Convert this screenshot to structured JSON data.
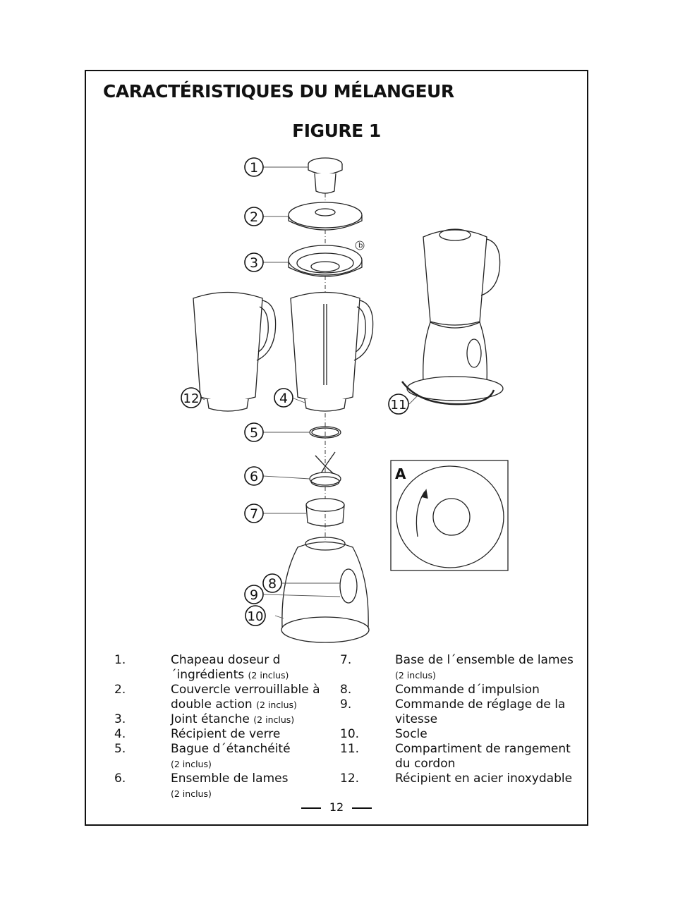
{
  "page": {
    "title": "CARACTÉRISTIQUES DU MÉLANGEUR",
    "figure_title": "FIGURE 1",
    "page_number": "12"
  },
  "figure": {
    "callouts": [
      "1",
      "2",
      "3",
      "4",
      "5",
      "6",
      "7",
      "8",
      "9",
      "10",
      "11",
      "12"
    ],
    "inset_label": "A",
    "small_label": "b"
  },
  "legend": {
    "left": [
      {
        "num": "1.",
        "text": "Chapeau doseur d´ingrédients",
        "note": "(2 inclus)"
      },
      {
        "num": "2.",
        "text": "Couvercle verrouillable à double action",
        "note": "(2 inclus)"
      },
      {
        "num": "3.",
        "text": "Joint étanche",
        "note": "(2 inclus)"
      },
      {
        "num": "4.",
        "text": "Récipient de verre",
        "note": ""
      },
      {
        "num": "5.",
        "text": "Bague d´étanchéité",
        "note": "(2 inclus)"
      },
      {
        "num": "6.",
        "text": "Ensemble de lames",
        "note": "(2 inclus)"
      }
    ],
    "right": [
      {
        "num": "7.",
        "text": "Base de l´ensemble de lames",
        "note": "(2 inclus)"
      },
      {
        "num": "8.",
        "text": "Commande d´impulsion",
        "note": ""
      },
      {
        "num": "9.",
        "text": "Commande de réglage de la vitesse",
        "note": ""
      },
      {
        "num": "10.",
        "text": "Socle",
        "note": ""
      },
      {
        "num": "11.",
        "text": "Compartiment de rangement du cordon",
        "note": ""
      },
      {
        "num": "12.",
        "text": "Récipient en acier inoxydable",
        "note": ""
      }
    ]
  }
}
